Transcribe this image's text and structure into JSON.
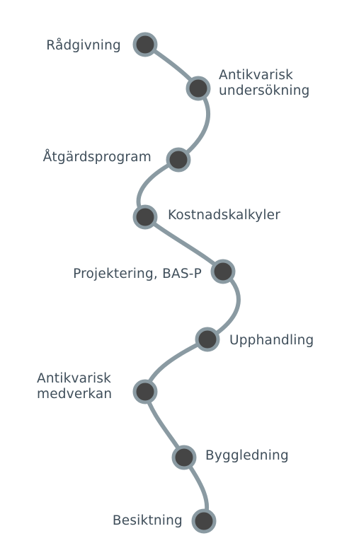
{
  "colors": {
    "path": "#8a9aa2",
    "node_fill": "#454545",
    "node_ring": "#8a9aa2",
    "label": "#3f4e5a"
  },
  "steps": [
    {
      "lines": [
        "Rådgivning"
      ]
    },
    {
      "lines": [
        "Antikvarisk",
        "undersökning"
      ]
    },
    {
      "lines": [
        "Åtgärdsprogram"
      ]
    },
    {
      "lines": [
        "Kostnadskalkyler"
      ]
    },
    {
      "lines": [
        "Projektering, BAS-P"
      ]
    },
    {
      "lines": [
        "Upphandling"
      ]
    },
    {
      "lines": [
        "Antikvarisk",
        "medverkan"
      ]
    },
    {
      "lines": [
        "Byggledning"
      ]
    },
    {
      "lines": [
        "Besiktning"
      ]
    }
  ]
}
